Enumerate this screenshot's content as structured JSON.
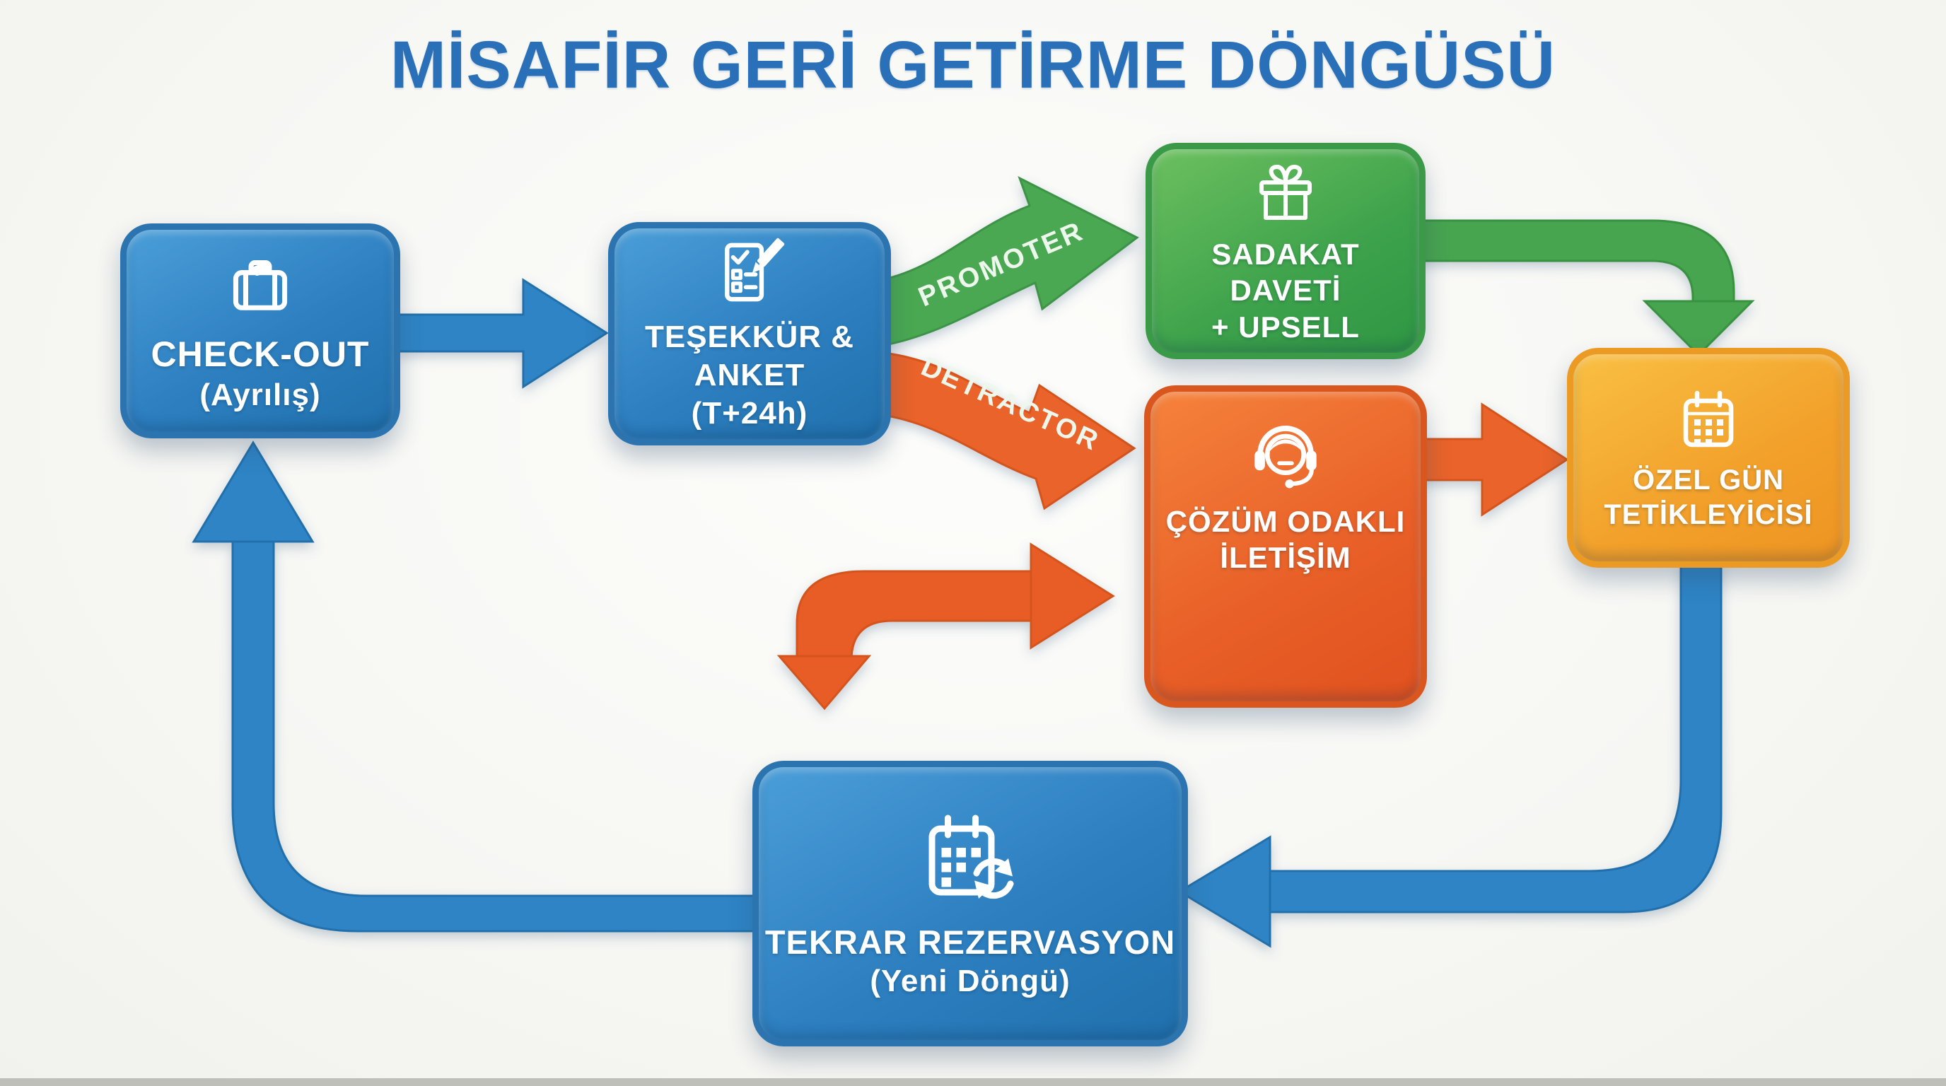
{
  "title": "MİSAFİR GERİ GETİRME DÖNGÜSÜ",
  "edges": {
    "promoter_label": "PROMOTER",
    "detractor_label": "DETRACTOR"
  },
  "nodes": {
    "checkout": {
      "line1": "CHECK-OUT",
      "line2": "(Ayrılış)",
      "icon": "suitcase-icon"
    },
    "tesekkur": {
      "line1": "TEŞEKKÜR &",
      "line2": "ANKET",
      "line3": "(T+24h)",
      "icon": "survey-checklist-icon"
    },
    "sadakat": {
      "line1": "SADAKAT",
      "line2": "DAVETİ",
      "line3": "+ UPSELL",
      "icon": "gift-icon"
    },
    "cozum": {
      "line1": "ÇÖZÜM ODAKLI",
      "line2": "İLETİŞİM",
      "icon": "headset-agent-icon"
    },
    "ozelgun": {
      "line1": "ÖZEL GÜN",
      "line2": "TETİKLEYİCİSİ",
      "icon": "calendar-icon"
    },
    "tekrar": {
      "line1": "TEKRAR REZERVASYON",
      "line2": "(Yeni Döngü)",
      "icon": "calendar-refresh-icon"
    }
  },
  "colors": {
    "title": "#2a70b8",
    "blue": "#2e84c5",
    "blue_dark": "#2270ab",
    "green": "#46a44f",
    "orange": "#e9632a",
    "amber": "#f3a42c",
    "background": "#f8f8f5"
  }
}
